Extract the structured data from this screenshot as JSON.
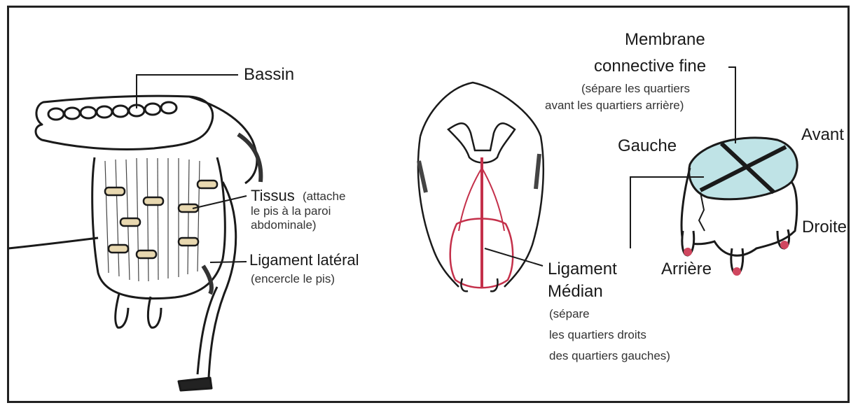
{
  "labels": {
    "bassin": "Bassin",
    "tissus_title": "Tissus",
    "tissus_note_1": "(attache",
    "tissus_note_2": "le pis à la paroi",
    "tissus_note_3": "abdominale)",
    "lig_lateral_title": "Ligament latéral",
    "lig_lateral_note": "(encercle le pis)",
    "lig_median_1": "Ligament",
    "lig_median_2": "Médian",
    "lig_median_note_1": "(sépare",
    "lig_median_note_2": "les quartiers droits",
    "lig_median_note_3": "des quartiers gauches)",
    "membrane_1": "Membrane",
    "membrane_2": "connective fine",
    "membrane_note_1": "(sépare les quartiers",
    "membrane_note_2": "avant les quartiers arrière)",
    "gauche": "Gauche",
    "avant": "Avant",
    "droite": "Droite",
    "arriere": "Arrière"
  },
  "colors": {
    "ink": "#1a1a1a",
    "teat_pink": "#d0475f",
    "membrane_fill": "#bfe3e6",
    "ligament_red": "#c4304a"
  }
}
